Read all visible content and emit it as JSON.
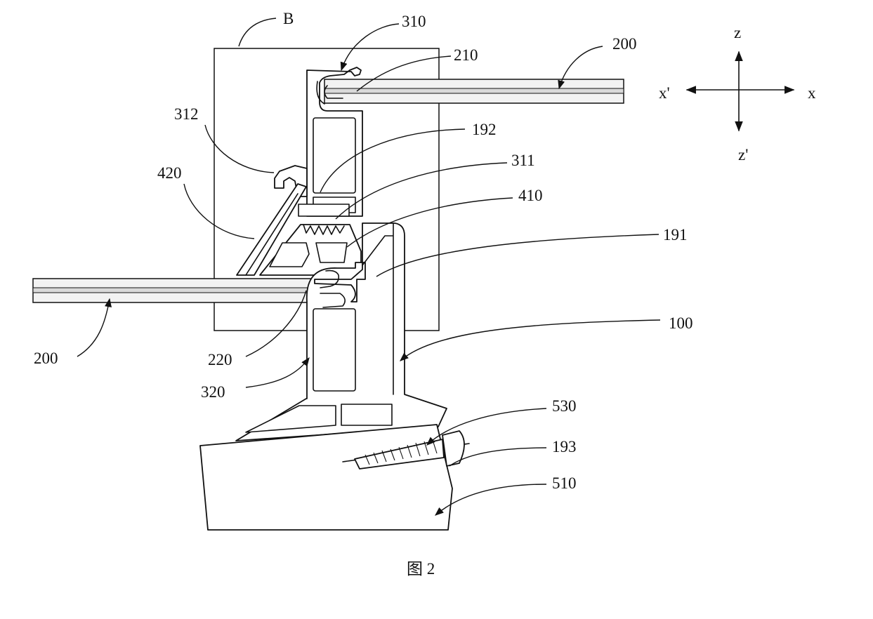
{
  "figure": {
    "caption": "图 2",
    "axes": {
      "z": "z",
      "z_prime": "z'",
      "x": "x",
      "x_prime": "x'"
    },
    "labels": {
      "B": "B",
      "l310": "310",
      "l210": "210",
      "l200_top": "200",
      "l312": "312",
      "l192": "192",
      "l311": "311",
      "l420": "420",
      "l410": "410",
      "l191": "191",
      "l100": "100",
      "l200_left": "200",
      "l220": "220",
      "l320": "320",
      "l530": "530",
      "l193": "193",
      "l510": "510"
    }
  }
}
